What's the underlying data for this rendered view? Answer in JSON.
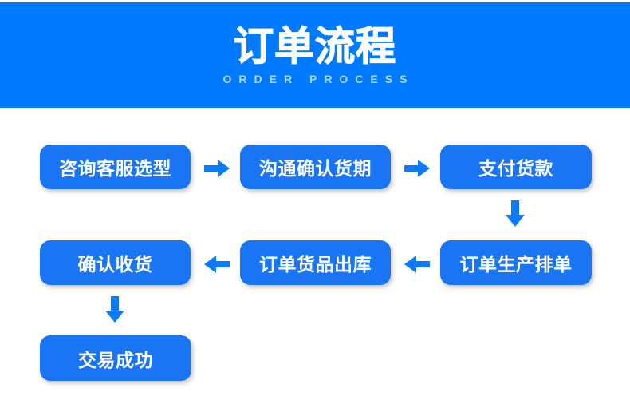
{
  "banner": {
    "title": "订单流程",
    "subtitle": "ORDER PROCESS",
    "background_color": "#007bff",
    "title_color": "#ffffff",
    "subtitle_color": "#b9d4fb"
  },
  "colors": {
    "node_blue": "#1a75f5",
    "arrow_blue": "#0b7bfa",
    "page_background": "#ffffff"
  },
  "flow": {
    "nodes": [
      {
        "id": "n1",
        "label": "咨询客服选型"
      },
      {
        "id": "n2",
        "label": "沟通确认货期"
      },
      {
        "id": "n3",
        "label": "支付货款"
      },
      {
        "id": "n4",
        "label": "订单生产排单"
      },
      {
        "id": "n5",
        "label": "订单货品出库"
      },
      {
        "id": "n6",
        "label": "确认收货"
      },
      {
        "id": "n7",
        "label": "交易成功"
      }
    ],
    "arrows": [
      {
        "id": "a-r1",
        "direction": "right",
        "from": "n1",
        "to": "n2"
      },
      {
        "id": "a-r2",
        "direction": "right",
        "from": "n2",
        "to": "n3"
      },
      {
        "id": "a-d1",
        "direction": "down",
        "from": "n3",
        "to": "n4"
      },
      {
        "id": "a-l1",
        "direction": "left",
        "from": "n4",
        "to": "n5"
      },
      {
        "id": "a-l2",
        "direction": "left",
        "from": "n5",
        "to": "n6"
      },
      {
        "id": "a-d2",
        "direction": "down",
        "from": "n6",
        "to": "n7"
      }
    ]
  }
}
